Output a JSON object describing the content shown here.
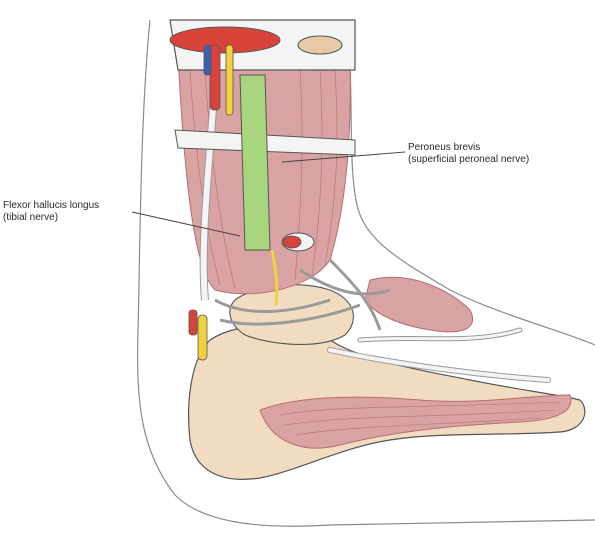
{
  "figure": {
    "subject": "ankle-anatomy-medial-view",
    "colors": {
      "outline": "#555555",
      "skin_line": "#8a8a8a",
      "muscle": "#d9a3a3",
      "muscle_dark": "#b56e6e",
      "bone": "#f1dcc1",
      "tendon": "#f4f4f4",
      "graft_green": "#a7d67e",
      "nerve_yellow": "#f2d23c",
      "artery_red": "#d9443a",
      "vein_blue": "#3d5fb0",
      "leader_line": "#444444"
    }
  },
  "labels": {
    "peroneus_brevis": {
      "name": "Peroneus brevis",
      "innervation": "(superficial peroneal nerve)"
    },
    "flexor_hallucis_longus": {
      "name": "Flexor hallucis longus",
      "innervation": "(tibial nerve)"
    }
  }
}
